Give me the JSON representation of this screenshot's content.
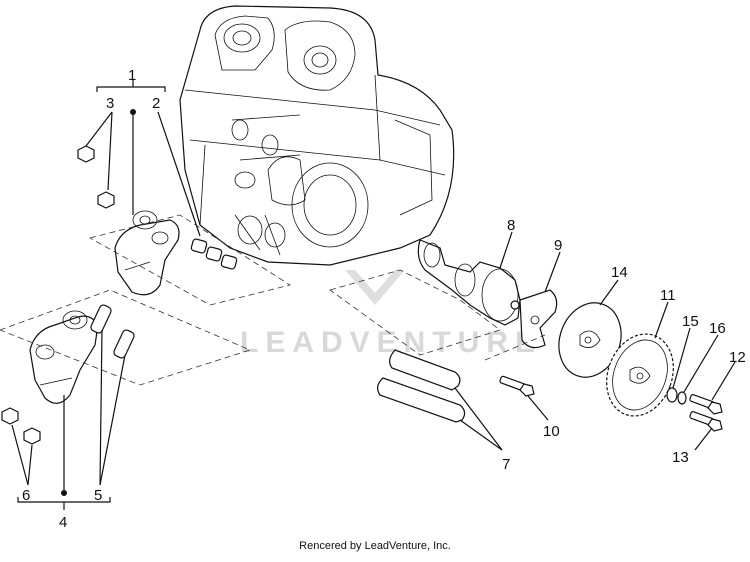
{
  "watermark": {
    "text": "LEADVENTURE"
  },
  "footer": {
    "text": "Rencered by LeadVenture, Inc."
  },
  "callouts": {
    "c1": "1",
    "c2": "2",
    "c3": "3",
    "c4": "4",
    "c5": "5",
    "c6": "6",
    "c7": "7",
    "c8": "8",
    "c9": "9",
    "c10": "10",
    "c11": "11",
    "c12": "12",
    "c13": "13",
    "c14": "14",
    "c15": "15",
    "c16": "16"
  }
}
